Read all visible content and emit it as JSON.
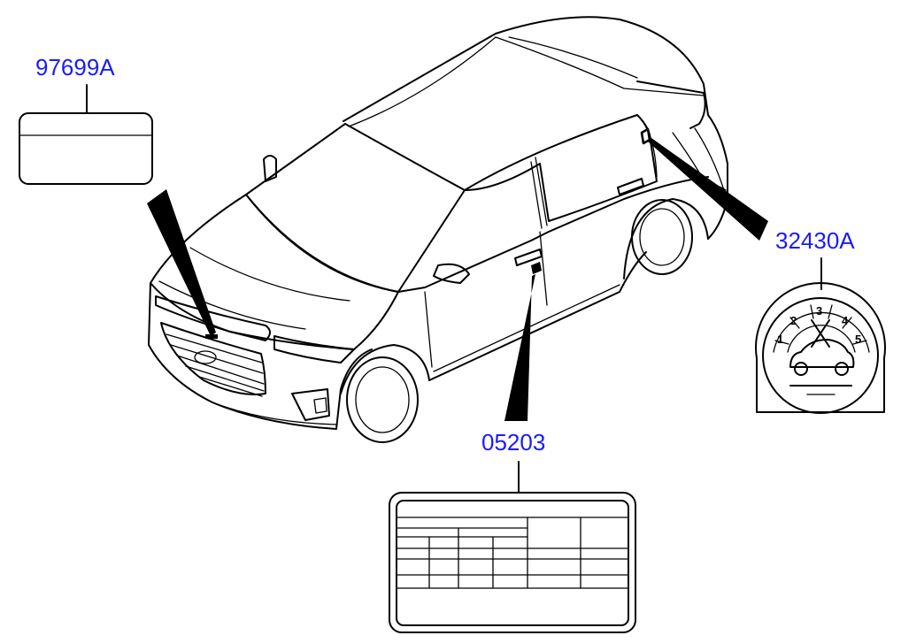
{
  "diagram": {
    "labels": [
      {
        "id": "part-97699a",
        "text": "97699A"
      },
      {
        "id": "part-32430a",
        "text": "32430A"
      },
      {
        "id": "part-05203",
        "text": "05203"
      }
    ],
    "dial": {
      "numbers": [
        "1",
        "2",
        "3",
        "4",
        "5"
      ]
    },
    "colors": {
      "label": "#1a1aff",
      "lines": "#000000",
      "background": "#ffffff"
    }
  }
}
